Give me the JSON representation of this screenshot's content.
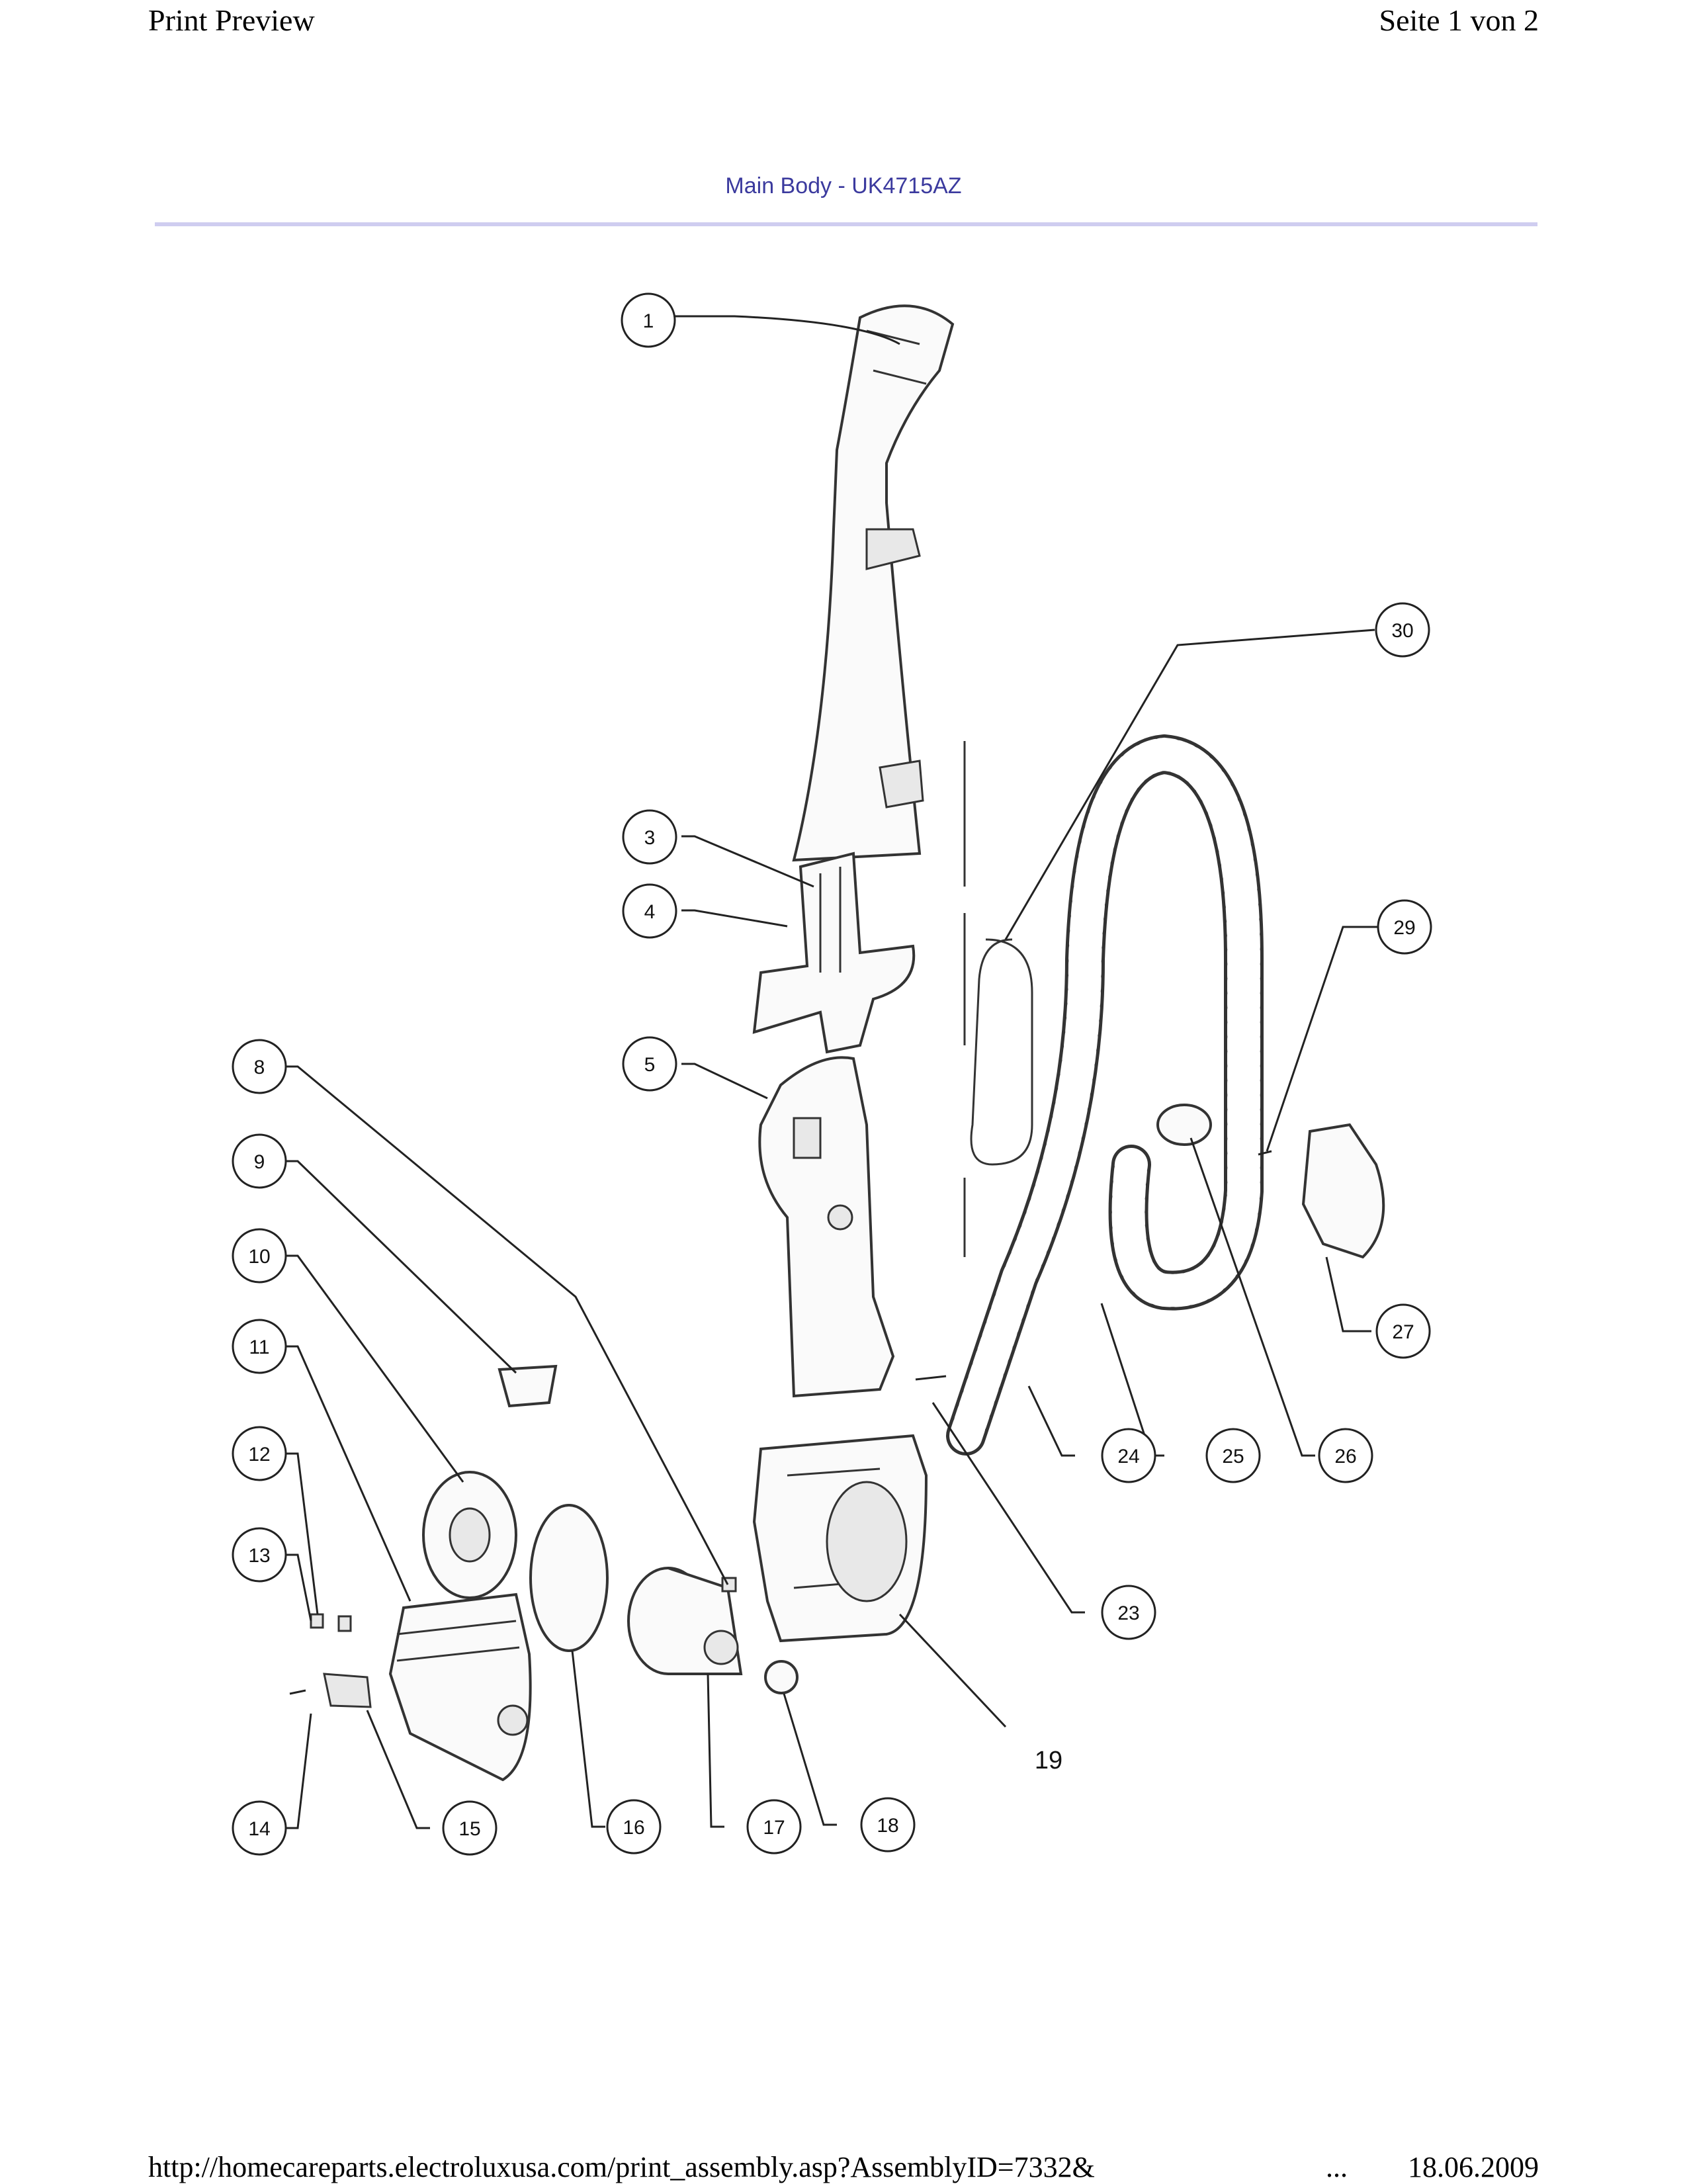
{
  "header": {
    "left": "Print Preview",
    "right": "Seite 1 von 2"
  },
  "title": "Main Body - UK4715AZ",
  "diagram": {
    "callouts": [
      "1",
      "3",
      "4",
      "5",
      "8",
      "9",
      "10",
      "11",
      "12",
      "13",
      "14",
      "15",
      "16",
      "17",
      "18",
      "19",
      "23",
      "24",
      "25",
      "26",
      "27",
      "29",
      "30"
    ],
    "unboxed_label": "19"
  },
  "footer": {
    "url": "http://homecareparts.electroluxusa.com/print_assembly.asp?AssemblyID=7332&",
    "ellipsis": "...",
    "date": "18.06.2009"
  }
}
